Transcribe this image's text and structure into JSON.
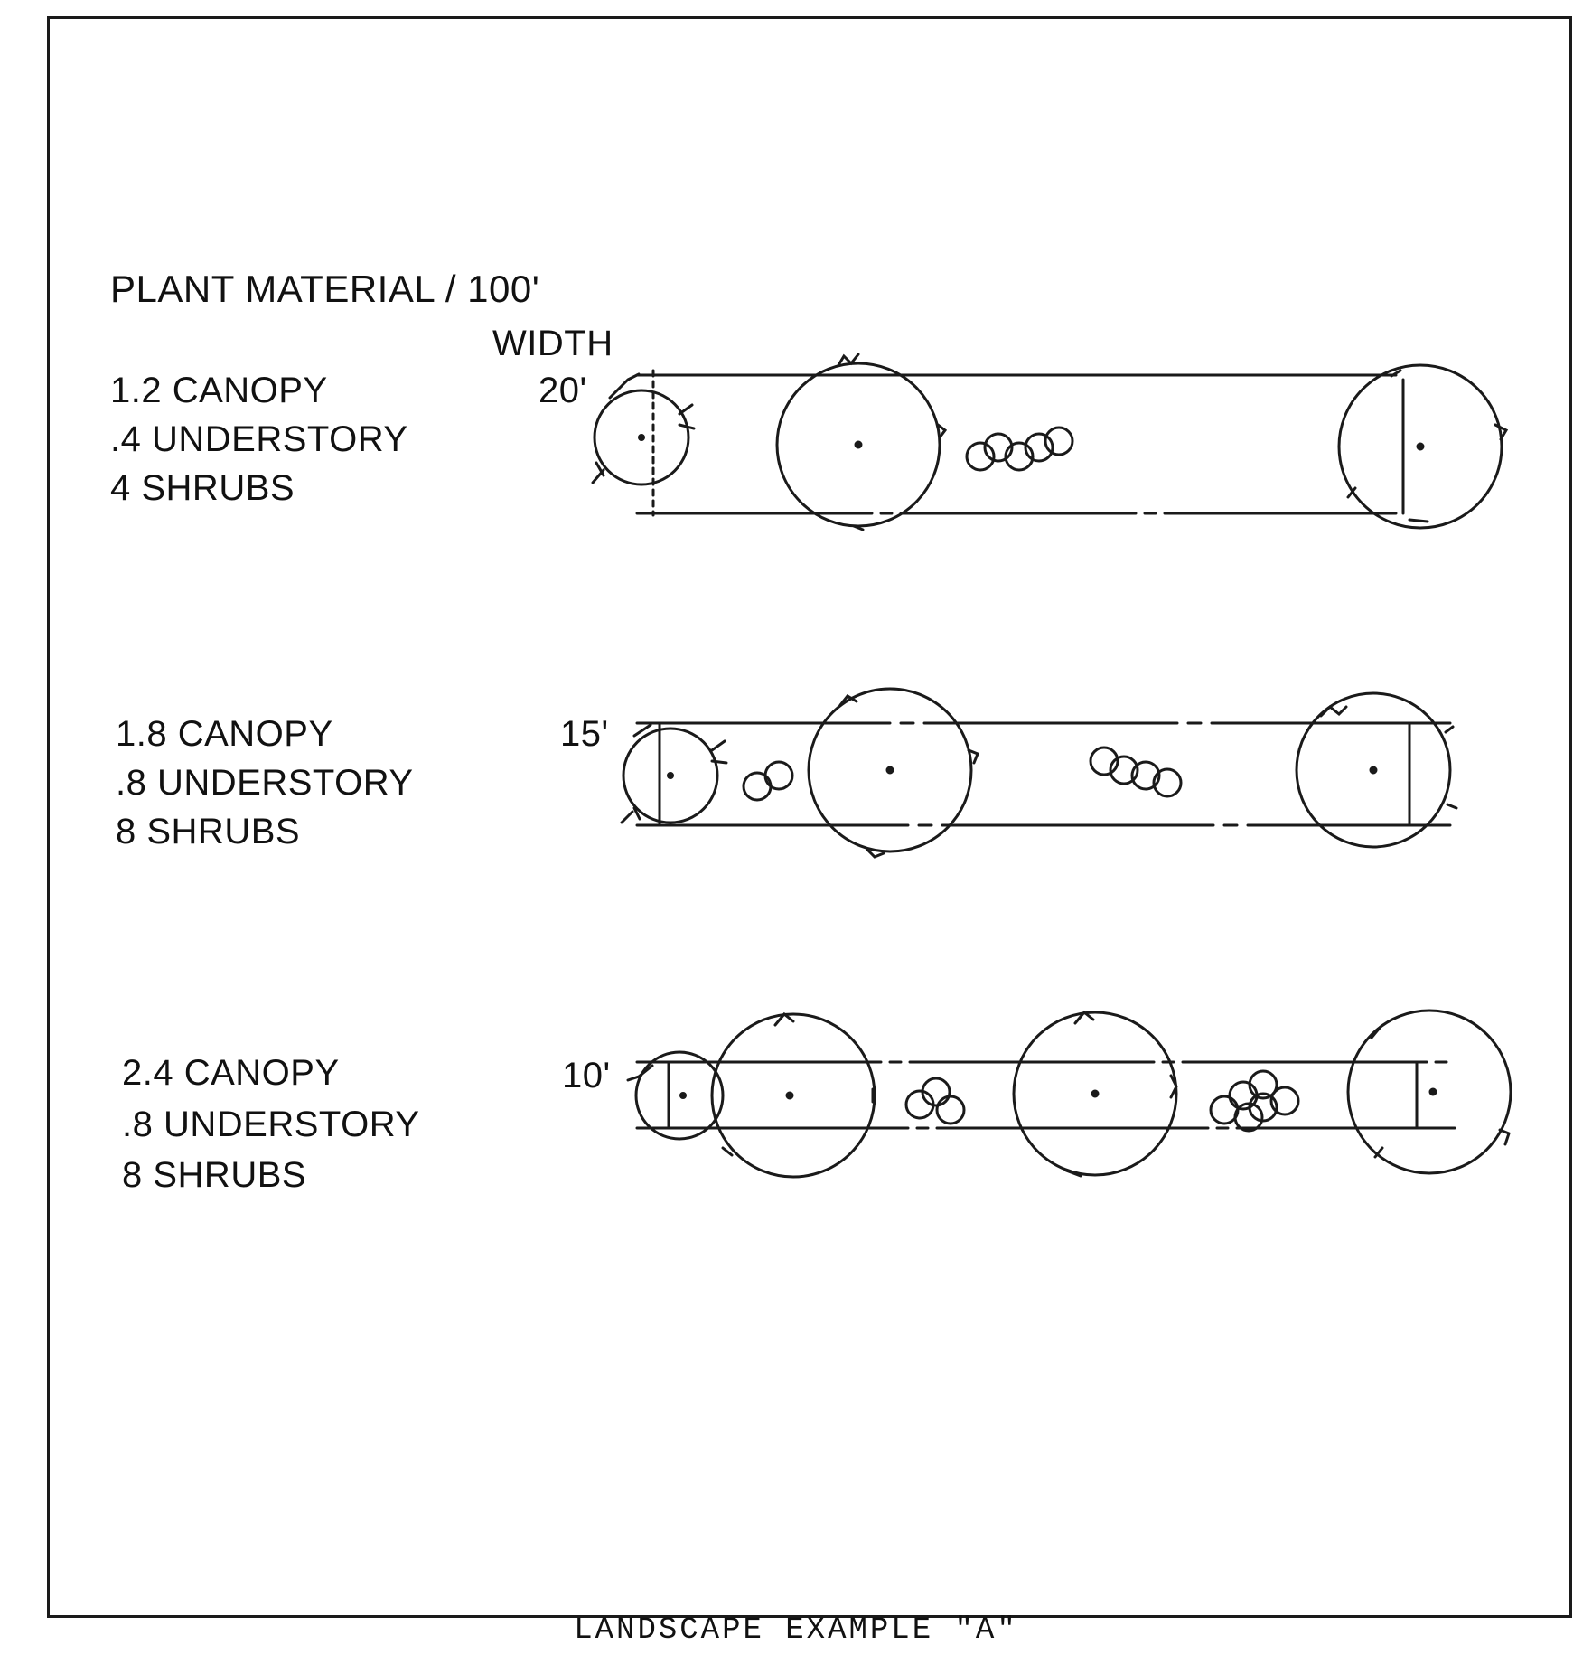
{
  "diagram": {
    "header": "PLANT MATERIAL / 100'",
    "width_label": "WIDTH",
    "caption": "LANDSCAPE EXAMPLE \"A\"",
    "rows": [
      {
        "width": "20'",
        "canopy": "1.2 CANOPY",
        "understory": ".4 UNDERSTORY",
        "shrubs": "4 SHRUBS"
      },
      {
        "width": "15'",
        "canopy": "1.8 CANOPY",
        "understory": ".8 UNDERSTORY",
        "shrubs": "8 SHRUBS"
      },
      {
        "width": "10'",
        "canopy": "2.4 CANOPY",
        "understory": ".8 UNDERSTORY",
        "shrubs": "8 SHRUBS"
      }
    ],
    "colors": {
      "ink": "#1a1a1a",
      "paper": "#ffffff"
    }
  }
}
